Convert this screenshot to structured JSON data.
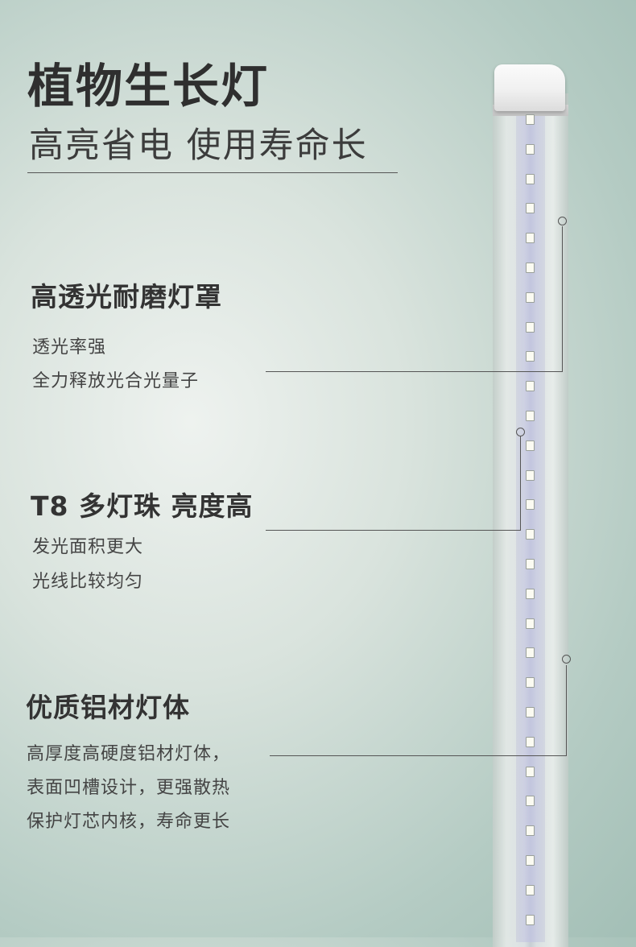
{
  "header": {
    "title": "植物生长灯",
    "subtitle": "高亮省电 使用寿命长"
  },
  "sections": [
    {
      "heading": "高透光耐磨灯罩",
      "lines": [
        "透光率强",
        "全力释放光合光量子"
      ]
    },
    {
      "heading": "T8 多灯珠 亮度高",
      "lines": [
        "发光面积更大",
        "光线比较均匀"
      ]
    },
    {
      "heading": "优质铝材灯体",
      "lines": [
        "高厚度高硬度铝材灯体，",
        "表面凹槽设计，更强散热",
        "保护灯芯内核，寿命更长"
      ]
    }
  ],
  "colors": {
    "background": "#c9dad3",
    "text": "#333333",
    "leader_line": "#555555"
  }
}
